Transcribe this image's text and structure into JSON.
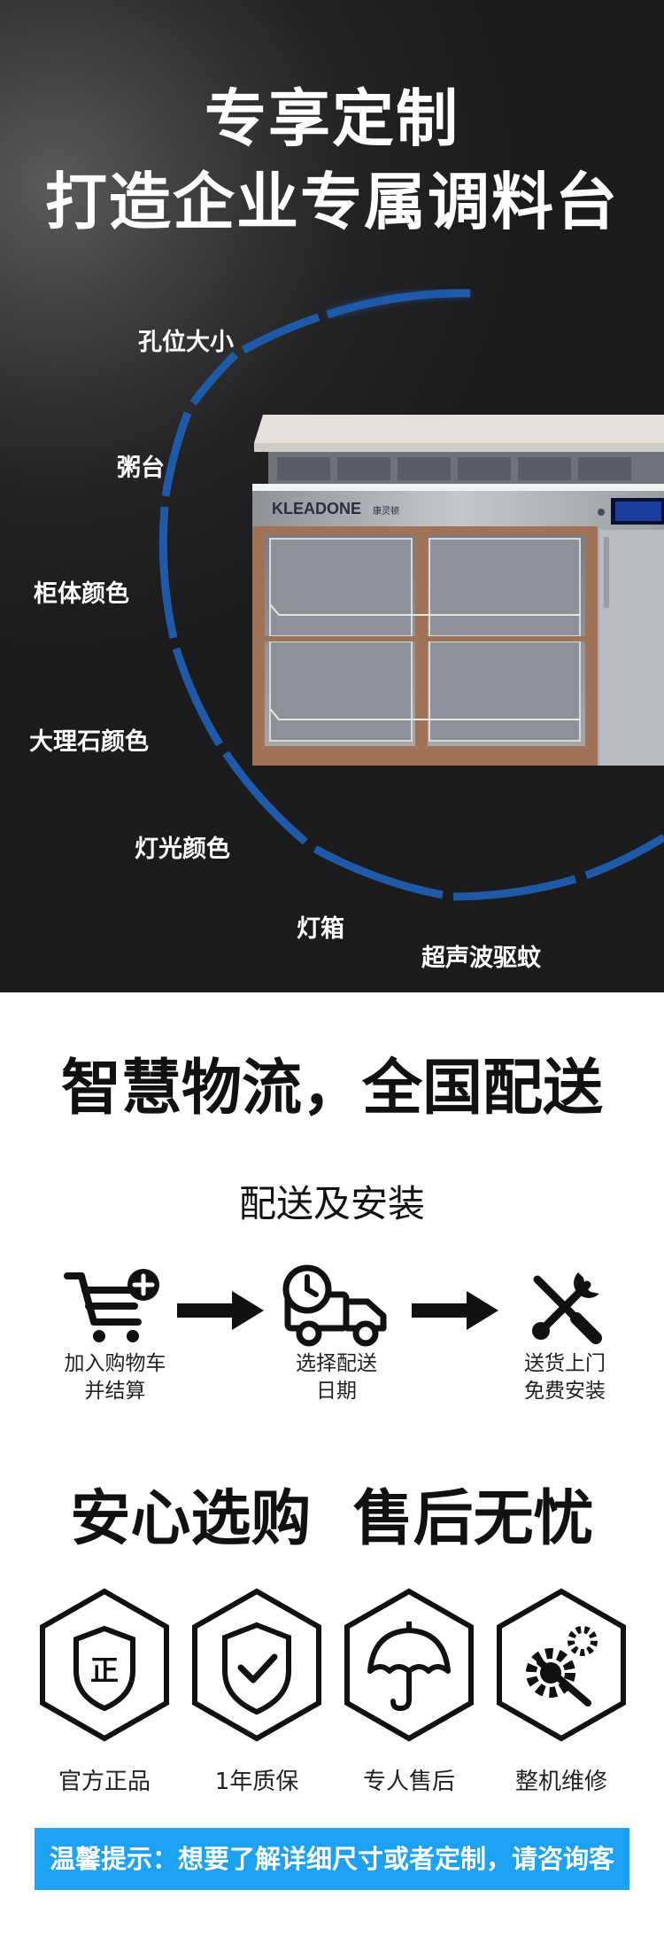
{
  "hero": {
    "title_line1": "专享定制",
    "title_line2": "打造企业专属调料台",
    "features": [
      "孔位大小",
      "粥台",
      "柜体颜色",
      "大理石颜色",
      "灯光颜色",
      "灯箱",
      "超声波驱蚊"
    ],
    "brand": "KLEADONE",
    "brand_sub": "康灵顿"
  },
  "logistics": {
    "title": "智慧物流，全国配送",
    "subtitle": "配送及安装",
    "steps": [
      {
        "line1": "加入购物车",
        "line2": "并结算",
        "icon": "cart-plus-icon"
      },
      {
        "line1": "选择配送",
        "line2": "日期",
        "icon": "delivery-truck-clock-icon"
      },
      {
        "line1": "送货上门",
        "line2": "免费安装",
        "icon": "tools-icon"
      }
    ]
  },
  "service": {
    "title": "安心选购  售后无忧",
    "badges": [
      {
        "label": "官方正品",
        "icon": "genuine-shield-icon",
        "glyph": "正"
      },
      {
        "label": "1年质保",
        "icon": "warranty-shield-icon"
      },
      {
        "label": "专人售后",
        "icon": "umbrella-icon"
      },
      {
        "label": "整机维修",
        "icon": "repair-gears-icon"
      }
    ]
  },
  "notice": "温馨提示：想要了解详细尺寸或者定制，请咨询客服!",
  "colors": {
    "hero_bg": "#232325",
    "arc_blue": "#1f5aa8",
    "cabinet_frame": "#a07258",
    "notice_bg": "#1da1f2"
  }
}
